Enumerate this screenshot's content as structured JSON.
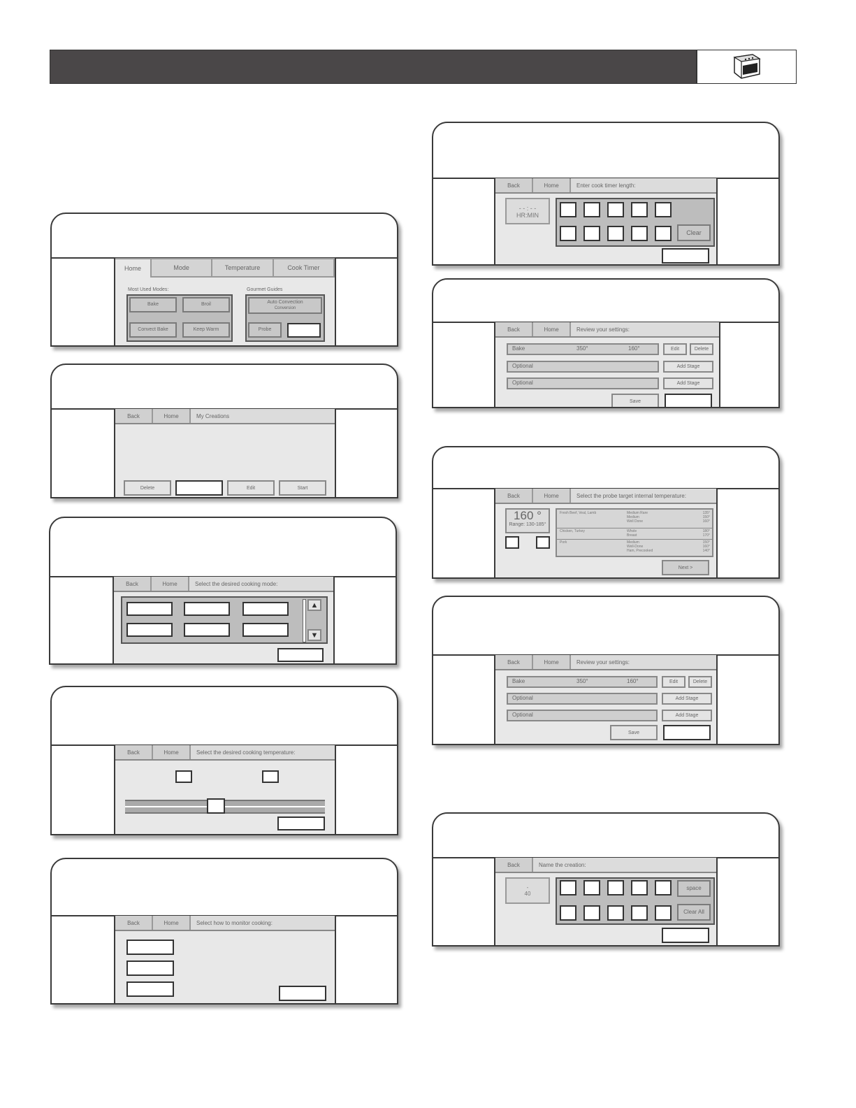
{
  "header": {
    "icon": "oven-icon"
  },
  "s1_home": {
    "tabs": [
      "Home",
      "Mode",
      "Temperature",
      "Cook Timer"
    ],
    "most_used_label": "Most Used Modes:",
    "modes": [
      "Bake",
      "Broil",
      "Convect Bake",
      "Keep Warm"
    ],
    "gourmet_label": "Gourmet Guides",
    "auto_convection_l1": "Auto Convection",
    "auto_convection_l2": "Conversion",
    "probe": "Probe"
  },
  "s2_creations": {
    "back": "Back",
    "home": "Home",
    "title": "My Creations",
    "buttons": [
      "Delete",
      "Edit",
      "Start"
    ]
  },
  "s3_mode": {
    "back": "Back",
    "home": "Home",
    "title": "Select the desired cooking mode:",
    "up_arrow": "▲",
    "down_arrow": "▼"
  },
  "s4_temp": {
    "back": "Back",
    "home": "Home",
    "title": "Select the desired cooking temperature:"
  },
  "s5_monitor": {
    "back": "Back",
    "home": "Home",
    "title": "Select how to monitor cooking:"
  },
  "r1_timer": {
    "back": "Back",
    "home": "Home",
    "title": "Enter cook timer length:",
    "display": "- - : - -",
    "unit": "HR:MIN",
    "clear": "Clear"
  },
  "r2_review": {
    "back": "Back",
    "home": "Home",
    "title": "Review your settings:",
    "stage1": {
      "mode": "Bake",
      "temp": "350°",
      "probe": "160°"
    },
    "optional": "Optional",
    "edit": "Edit",
    "delete": "Delete",
    "add_stage": "Add Stage",
    "save": "Save"
  },
  "r3_probe": {
    "back": "Back",
    "home": "Home",
    "title": "Select the probe target internal temperature:",
    "value": "160 °",
    "range": "Range: 130-185°",
    "groups": [
      {
        "name": "Fresh Beef, Veal, Lamb",
        "items": [
          "Medium Rare",
          "Medium",
          "Well Done"
        ],
        "temps": [
          "135°",
          "150°",
          "160°"
        ]
      },
      {
        "name": "Chicken, Turkey",
        "items": [
          "Whole",
          "Breast"
        ],
        "temps": [
          "180°",
          "170°"
        ]
      },
      {
        "name": "Pork",
        "items": [
          "Medium",
          "Well-Done",
          "Ham, Precooked"
        ],
        "temps": [
          "150°",
          "160°",
          "140°"
        ]
      }
    ],
    "next": "Next >"
  },
  "r4_review": {
    "back": "Back",
    "home": "Home",
    "title": "Review your settings:",
    "stage1": {
      "mode": "Bake",
      "temp": "350°",
      "probe": "160°"
    },
    "optional": "Optional",
    "edit": "Edit",
    "delete": "Delete",
    "add_stage": "Add Stage",
    "save": "Save"
  },
  "r5_name": {
    "back": "Back",
    "title": "Name the creation:",
    "cursor": "-",
    "count": "40",
    "space": "space",
    "clear_all": "Clear All"
  }
}
